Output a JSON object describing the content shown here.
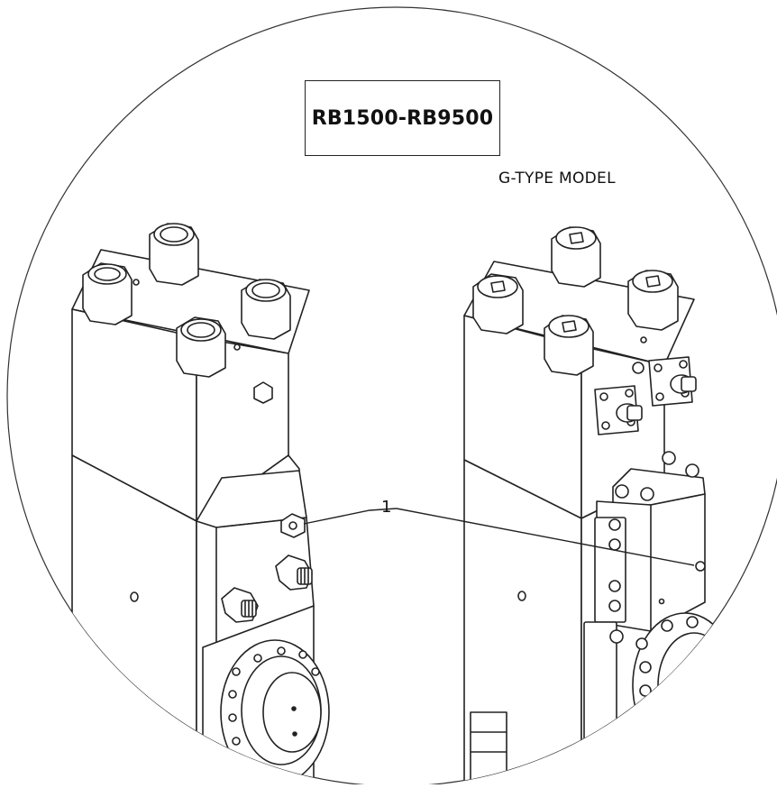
{
  "diagram": {
    "model_label": "RB1500-RB9500",
    "variant_label": "G-TYPE MODEL",
    "callout_number": "1"
  },
  "icons": {
    "left_assembly": "valve-assembly-standard",
    "right_assembly": "valve-assembly-g-type",
    "callout": "leader-line-callout"
  },
  "colors": {
    "line": "#222222",
    "background": "#ffffff"
  }
}
